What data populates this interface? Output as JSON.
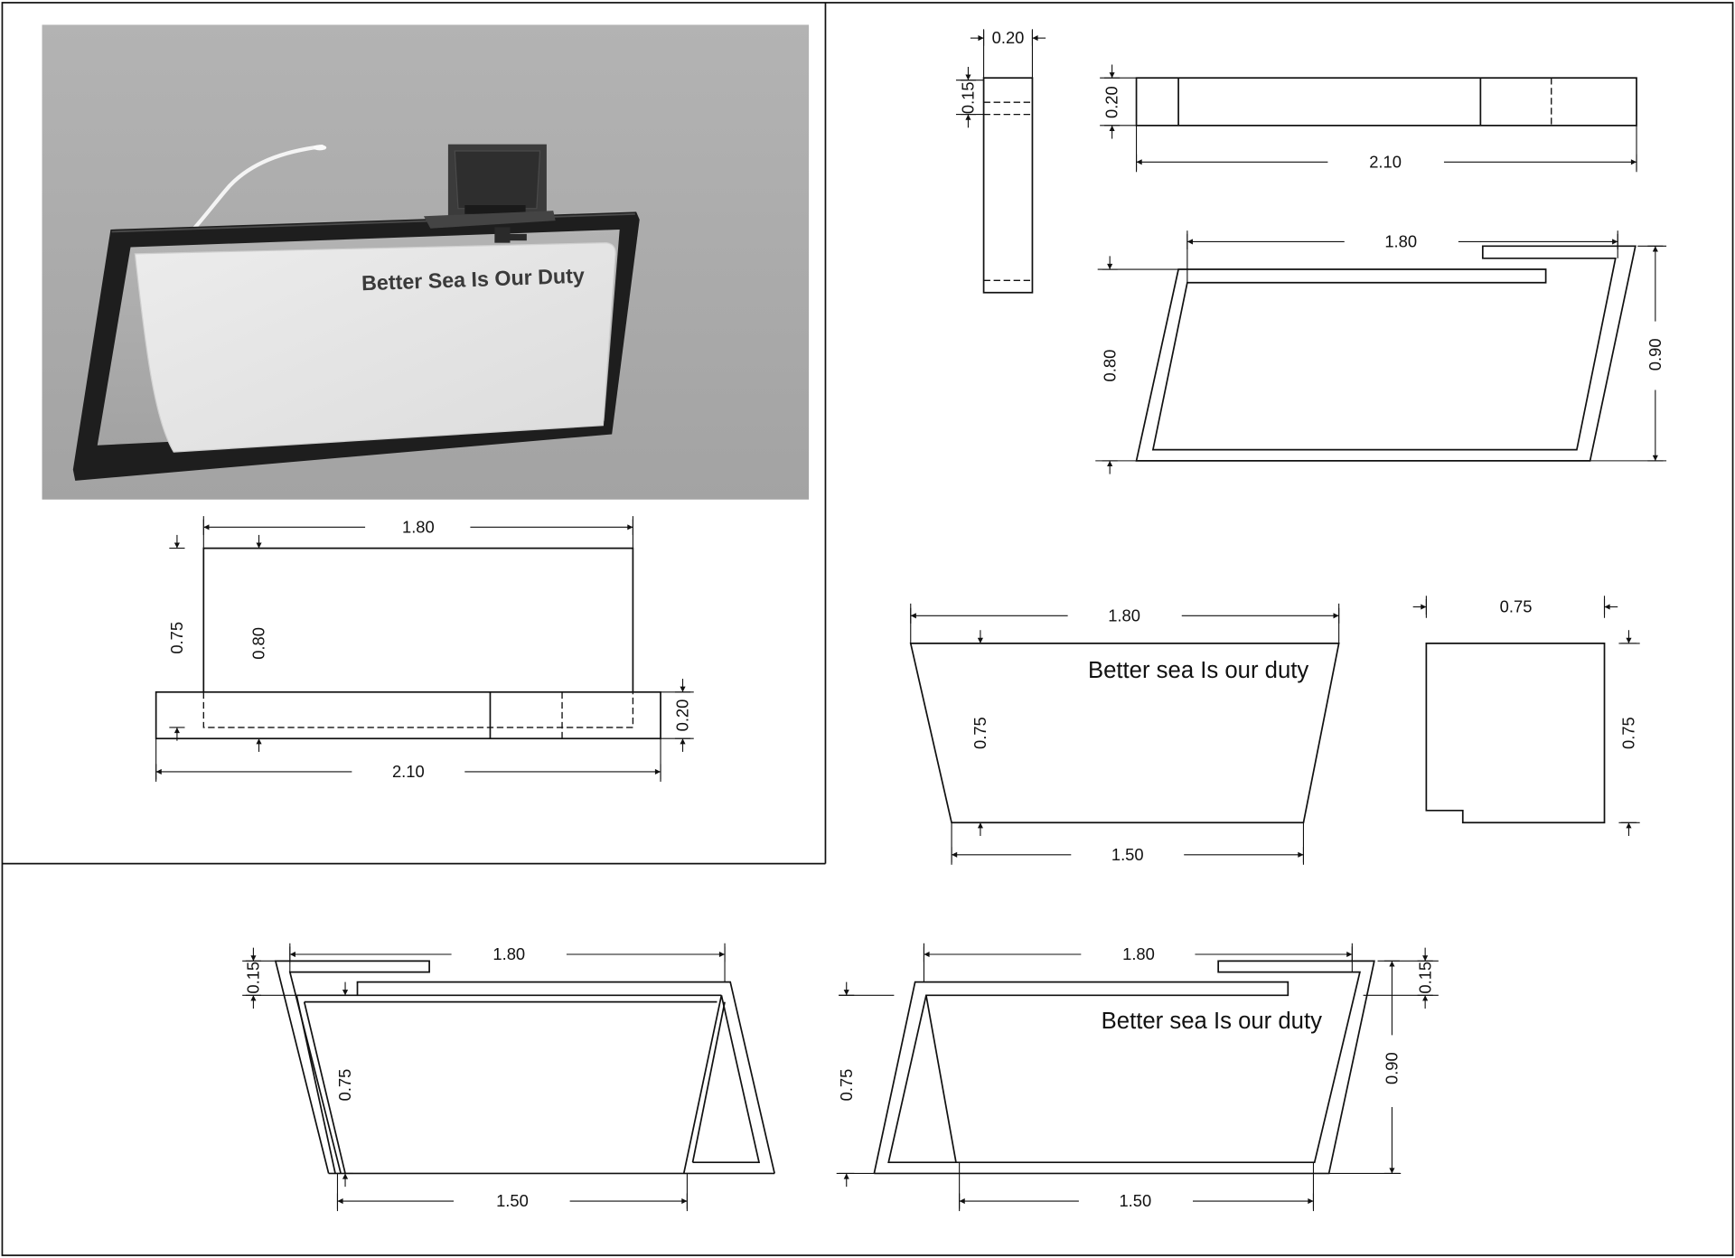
{
  "render": {
    "panel_text": "Better Sea Is Our Duty"
  },
  "side_view": {
    "width": "0.20",
    "lip": "0.15"
  },
  "top_view": {
    "depth": "0.20",
    "length": "2.10"
  },
  "frame_view": {
    "width": "1.80",
    "height_left": "0.80",
    "height_right": "0.90"
  },
  "front_elevation": {
    "width": "1.80",
    "height_back": "0.75",
    "height_panel": "0.80",
    "base_depth": "0.20",
    "base_length": "2.10"
  },
  "panel": {
    "top_width": "1.80",
    "text": "Better sea Is our duty",
    "height": "0.75",
    "bottom_width": "1.50"
  },
  "side_panel": {
    "width": "0.75",
    "height": "0.75"
  },
  "section_left": {
    "width": "1.80",
    "lip": "0.15",
    "height": "0.75",
    "bottom_width": "1.50"
  },
  "section_right": {
    "width": "1.80",
    "lip": "0.15",
    "text": "Better sea Is our duty",
    "height_total": "0.90",
    "height": "0.75",
    "bottom_width": "1.50"
  },
  "colors": {
    "render_background": "#aaaaaa",
    "frame": "#1e1e1e",
    "panel": "#e6e6e6",
    "lines": "#111111"
  }
}
